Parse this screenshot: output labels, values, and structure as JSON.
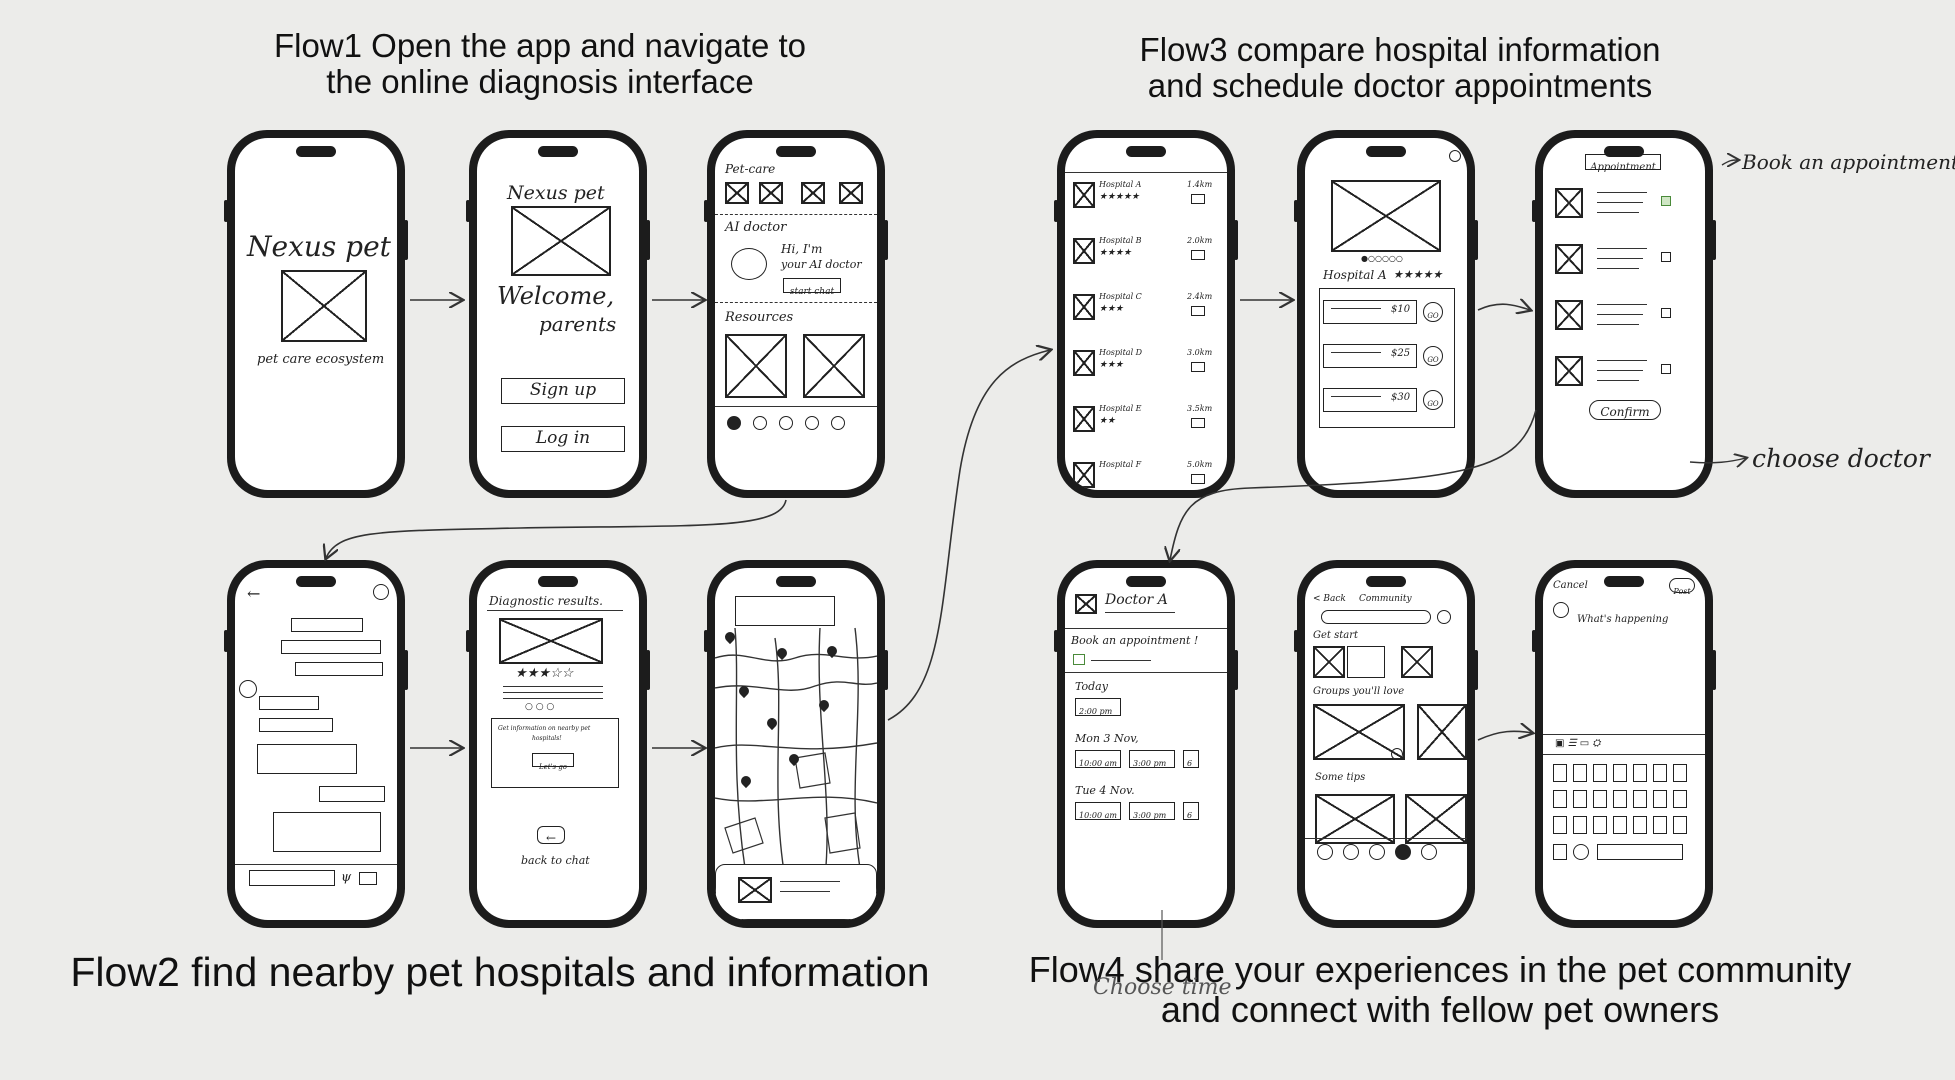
{
  "titles": {
    "flow1": [
      "Flow1 Open the app and navigate to",
      "the online diagnosis interface"
    ],
    "flow2": "Flow2 find nearby pet hospitals and information",
    "flow3": [
      "Flow3 compare hospital information",
      "and schedule doctor appointments"
    ],
    "flow4": [
      "Flow4 share your experiences in the pet community",
      "and connect with fellow pet owners"
    ]
  },
  "annotations": {
    "book_appointment": "Book an appointment",
    "choose_doctor": "choose doctor",
    "choose_time": "Choose time"
  },
  "screens": {
    "splash": {
      "brand": "Nexus pet",
      "tagline": "pet care ecosystem"
    },
    "welcome": {
      "brand": "Nexus pet",
      "greeting_1": "Welcome,",
      "greeting_2": "parents",
      "sign_up": "Sign up",
      "log_in": "Log in"
    },
    "home": {
      "section_petcare": "Pet-care",
      "section_ai": "AI doctor",
      "ai_greeting_1": "Hi, I'm",
      "ai_greeting_2": "your AI doctor",
      "start_chat": "start chat",
      "section_resources": "Resources"
    },
    "diagnosis": {
      "title": "Diagnostic results.",
      "stars": "★★★☆☆",
      "info_1": "Get information on nearby pet",
      "info_2": "hospitals!",
      "lets_go": "Let's go",
      "back": "back to chat"
    },
    "hospital_list": {
      "items": [
        {
          "name": "Hospital A",
          "distance": "1.4km",
          "stars": "★★★★★"
        },
        {
          "name": "Hospital B",
          "distance": "2.0km",
          "stars": "★★★★"
        },
        {
          "name": "Hospital C",
          "distance": "2.4km",
          "stars": "★★★"
        },
        {
          "name": "Hospital D",
          "distance": "3.0km",
          "stars": "★★★"
        },
        {
          "name": "Hospital E",
          "distance": "3.5km",
          "stars": "★★"
        },
        {
          "name": "Hospital F",
          "distance": "5.0km",
          "stars": ""
        }
      ]
    },
    "hospital_detail": {
      "name": "Hospital A",
      "stars": "★★★★★",
      "prices": [
        "$10",
        "$25",
        "$30"
      ],
      "go": "GO"
    },
    "appointment": {
      "title": "Appointment",
      "confirm": "Confirm"
    },
    "doctor": {
      "name": "Doctor A",
      "book": "Book an appointment !",
      "days": [
        {
          "label": "Today",
          "slots": [
            "2:00 pm"
          ]
        },
        {
          "label": "Mon 3 Nov,",
          "slots": [
            "10:00 am",
            "3:00 pm",
            "6"
          ]
        },
        {
          "label": "Tue 4 Nov.",
          "slots": [
            "10:00 am",
            "3:00 pm",
            "6"
          ]
        }
      ]
    },
    "community": {
      "back": "Back",
      "title": "Community",
      "get_start": "Get start",
      "groups": "Groups you'll love",
      "tips": "Some tips"
    },
    "post": {
      "cancel": "Cancel",
      "post": "Post",
      "prompt": "What's happening"
    }
  }
}
